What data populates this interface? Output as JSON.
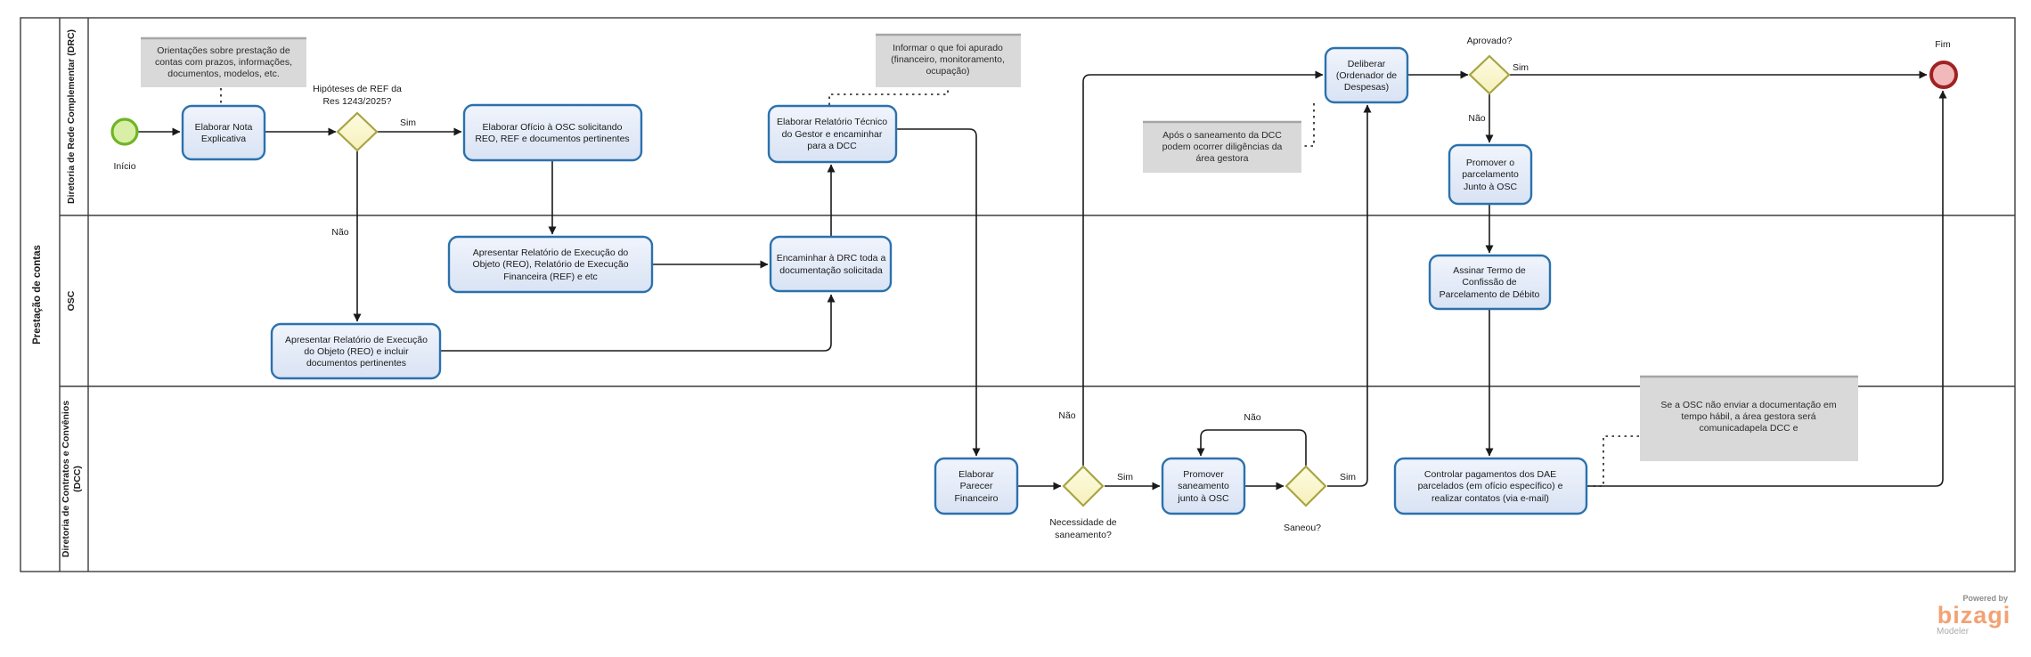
{
  "pool": {
    "title": "Prestação de contas"
  },
  "lanes": [
    {
      "lines": [
        "Diretoria de Rede Complementar (DRC)"
      ]
    },
    {
      "lines": [
        "OSC"
      ]
    },
    {
      "lines": [
        "Diretoria de Contratos e Convênios",
        "(DCC)"
      ]
    }
  ],
  "events": {
    "start_label": "Início",
    "end_label": "Fim"
  },
  "tasks": {
    "t1": {
      "lines": [
        "Elaborar Nota",
        "Explicativa"
      ]
    },
    "t2": {
      "lines": [
        "Elaborar Ofício à OSC solicitando",
        "REO, REF e documentos pertinentes"
      ]
    },
    "t3": {
      "lines": [
        "Elaborar Relatório Técnico",
        "do Gestor e encaminhar",
        "para a DCC"
      ]
    },
    "t4": {
      "lines": [
        "Deliberar",
        "(Ordenador de",
        "Despesas)"
      ]
    },
    "t5": {
      "lines": [
        "Promover o",
        "parcelamento",
        "Junto à OSC"
      ]
    },
    "t6": {
      "lines": [
        "Apresentar Relatório de Execução do",
        "Objeto (REO), Relatório de Execução",
        "Financeira (REF) e etc"
      ]
    },
    "t7": {
      "lines": [
        "Apresentar Relatório de Execução",
        "do Objeto (REO) e incluir",
        "documentos pertinentes"
      ]
    },
    "t8": {
      "lines": [
        "Encaminhar à DRC toda a",
        "documentação solicitada"
      ]
    },
    "t9": {
      "lines": [
        "Assinar Termo de",
        "Confissão de",
        "Parcelamento de Débito"
      ]
    },
    "t10": {
      "lines": [
        "Elaborar",
        "Parecer",
        "Financeiro"
      ]
    },
    "t11": {
      "lines": [
        "Promover",
        "saneamento",
        "junto à OSC"
      ]
    },
    "t12": {
      "lines": [
        "Controlar pagamentos dos DAE",
        "parcelados (em ofício específico) e",
        "realizar contatos (via e-mail)"
      ]
    }
  },
  "gateways": {
    "g1": {
      "lines": [
        "Hipóteses de REF da",
        "Res 1243/2025?"
      ]
    },
    "g2": {
      "label": "Aprovado?"
    },
    "g3": {
      "lines": [
        "Necessidade de",
        "saneamento?"
      ]
    },
    "g4": {
      "label": "Saneou?"
    }
  },
  "labels": {
    "sim": "Sim",
    "nao": "Não"
  },
  "annotations": {
    "a1": {
      "lines": [
        "Orientações sobre prestação de",
        "contas com prazos, informações,",
        "documentos, modelos, etc."
      ]
    },
    "a2": {
      "lines": [
        "Informar o que foi apurado",
        "(financeiro, monitoramento,",
        "ocupação)"
      ]
    },
    "a3": {
      "lines": [
        "Após o saneamento da DCC",
        "podem ocorrer diligências da",
        "área gestora"
      ]
    },
    "a4": {
      "lines": [
        "Se a OSC não enviar a documentação em",
        "tempo hábil, a área gestora será",
        "comunicadapela DCC e"
      ]
    }
  },
  "logo": {
    "powered": "Powered by",
    "brand": "bizagi",
    "modeler": "Modeler"
  },
  "colors": {
    "task_stroke": "#2b71ad",
    "task_fill": "#e4ebf7",
    "gateway_stroke": "#a8a545",
    "gateway_fill": "#fcf9d8",
    "start_stroke": "#6fb524",
    "start_fill": "#d9efa8",
    "end_stroke": "#a02222",
    "end_fill": "#f1b9b9",
    "annotation_fill": "#d9d9d9",
    "brand_orange": "#f2a273"
  }
}
